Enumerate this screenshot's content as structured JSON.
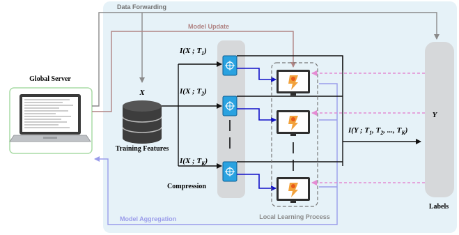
{
  "colors": {
    "panel_bg": "#e6f2f8",
    "bar_grey": "#d9dadb",
    "model_update": "#b08484",
    "model_aggregation": "#9a9cea",
    "dashed_pink": "#e48bd3",
    "arrow_blue": "#1010c8",
    "encoder_blue": "#2aa2e0"
  },
  "labels": {
    "data_forwarding": "Data Forwarding",
    "model_update": "Model Update",
    "global_server": "Global Server",
    "x": "X",
    "training_features": "Training Features",
    "compression": "Compression",
    "local_learning": "Local Learning Process",
    "model_aggregation": "Model Aggregation",
    "y": "Y",
    "labels": "Labels"
  },
  "info_terms": {
    "t1": {
      "pre": "I(X ; T",
      "sub": "1",
      "post": ")"
    },
    "t2": {
      "pre": "I(X ; T",
      "sub": "2",
      "post": ")"
    },
    "tk": {
      "pre": "I(X ; T",
      "sub": "K",
      "post": ")"
    },
    "yt": {
      "a": "I(Y ; T",
      "s1": "1",
      "b": ", T",
      "s2": "2",
      "c": ", ..., T",
      "sk": "K",
      "d": ")"
    }
  },
  "icons": {
    "server": "laptop-icon",
    "database": "database-icon",
    "encoder": "encoder-icon",
    "local_model": "monitor-icon"
  }
}
